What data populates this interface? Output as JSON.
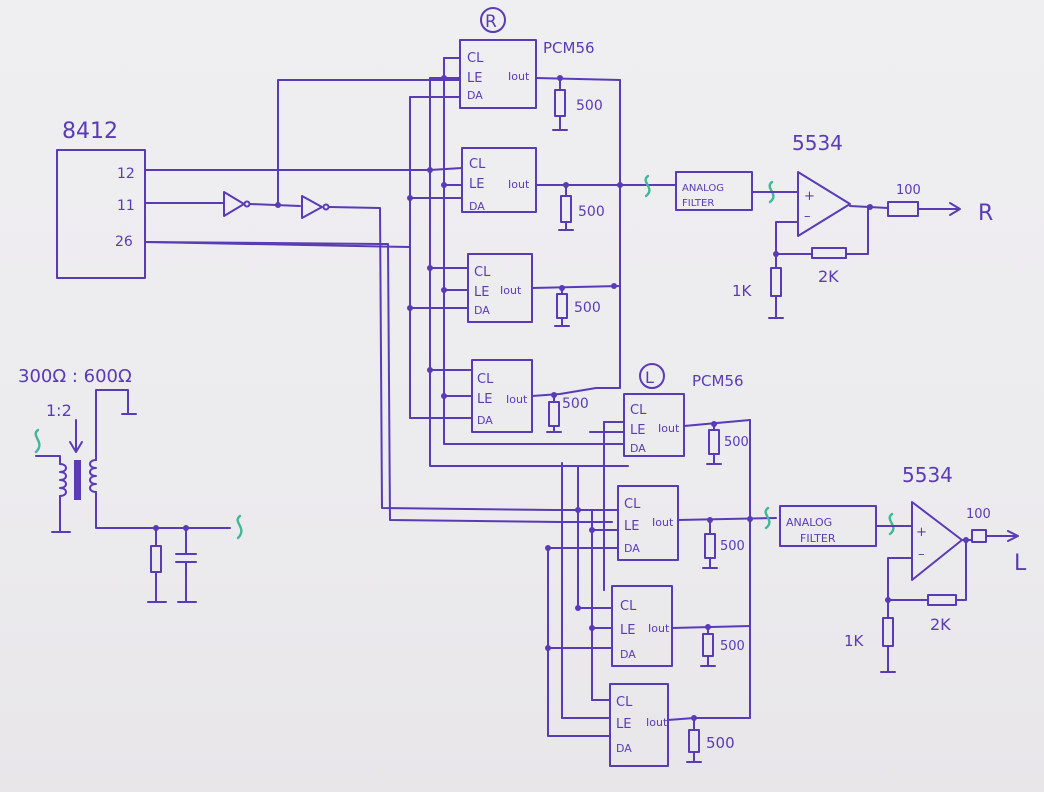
{
  "source_ic": {
    "name": "8412",
    "pins": [
      "12",
      "11",
      "26"
    ]
  },
  "dac": {
    "part": "PCM56",
    "pins": [
      "CL",
      "LE",
      "DA"
    ],
    "output": "Iout",
    "load": "500"
  },
  "channels": {
    "right": {
      "marker": "R",
      "output": "R"
    },
    "left": {
      "marker": "L",
      "output": "L"
    }
  },
  "filter": {
    "line1": "ANALOG",
    "line2": "FILTER"
  },
  "opamp": {
    "part": "5534",
    "plus": "+",
    "minus": "–"
  },
  "feedback": {
    "ground_resistor": "1K",
    "feedback_resistor": "2K",
    "output_resistor": "100"
  },
  "transformer": {
    "impedance": "300Ω : 600Ω",
    "ratio": "1:2"
  }
}
